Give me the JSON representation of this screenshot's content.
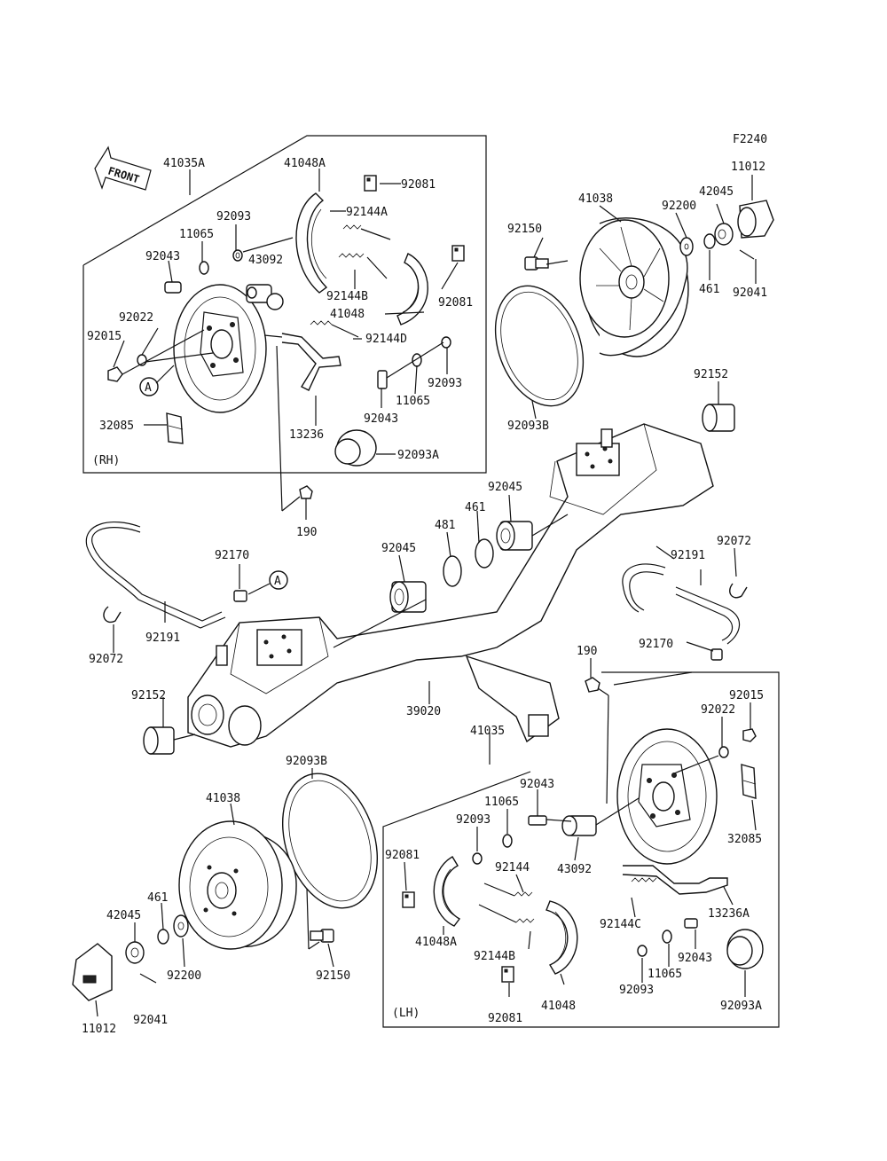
{
  "figure_code": "F2240",
  "front_label": "FRONT",
  "rh_label": "(RH)",
  "lh_label": "(LH)",
  "ref_a": "A",
  "parts": {
    "p41035A": "41035A",
    "p41048A_rh": "41048A",
    "p92081_rh1": "92081",
    "p92144A": "92144A",
    "p92093_rh1": "92093",
    "p11065_rh1": "11065",
    "p43092_rh": "43092",
    "p92043_rh1": "92043",
    "p92022_rh": "92022",
    "p92015_rh": "92015",
    "p92144B_rh": "92144B",
    "p92081_rh2": "92081",
    "p41048_rh": "41048",
    "p92144D": "92144D",
    "p92093_rh2": "92093",
    "p11065_rh2": "11065",
    "p92043_rh2": "92043",
    "p32085_rh": "32085",
    "p13236": "13236",
    "p92093A_rh": "92093A",
    "p190_top": "190",
    "p92150_top": "92150",
    "p41038_top": "41038",
    "p92200_top": "92200",
    "p42045_top": "42045",
    "p11012_top": "11012",
    "p461_top": "461",
    "p92041_top": "92041",
    "p92093B_top": "92093B",
    "p92152_right": "92152",
    "p92045_mid_r": "92045",
    "p461_mid": "461",
    "p481_mid": "481",
    "p92045_mid_l": "92045",
    "p92072_right": "92072",
    "p92191_right": "92191",
    "p92170_right": "92170",
    "p92170_left": "92170",
    "p92191_left": "92191",
    "p92072_left": "92072",
    "p92152_left": "92152",
    "p39020": "39020",
    "p190_mid": "190",
    "p41035_lh": "41035",
    "p92015_lh": "92015",
    "p92022_lh": "92022",
    "p32085_lh": "32085",
    "p92043_lh1": "92043",
    "p11065_lh1": "11065",
    "p92093_lh1": "92093",
    "p92081_lh1": "92081",
    "p92144_lh": "92144",
    "p43092_lh": "43092",
    "p41048A_lh": "41048A",
    "p92144C": "92144C",
    "p13236A": "13236A",
    "p92144B_lh": "92144B",
    "p92043_lh2": "92043",
    "p11065_lh2": "11065",
    "p92093_lh2": "92093",
    "p92093A_lh": "92093A",
    "p41048_lh": "41048",
    "p92081_lh2": "92081",
    "p92093B_bot": "92093B",
    "p41038_bot": "41038",
    "p461_bot": "461",
    "p42045_bot": "42045",
    "p92200_bot": "92200",
    "p92150_bot": "92150",
    "p11012_bot": "11012",
    "p92041_bot": "92041"
  }
}
